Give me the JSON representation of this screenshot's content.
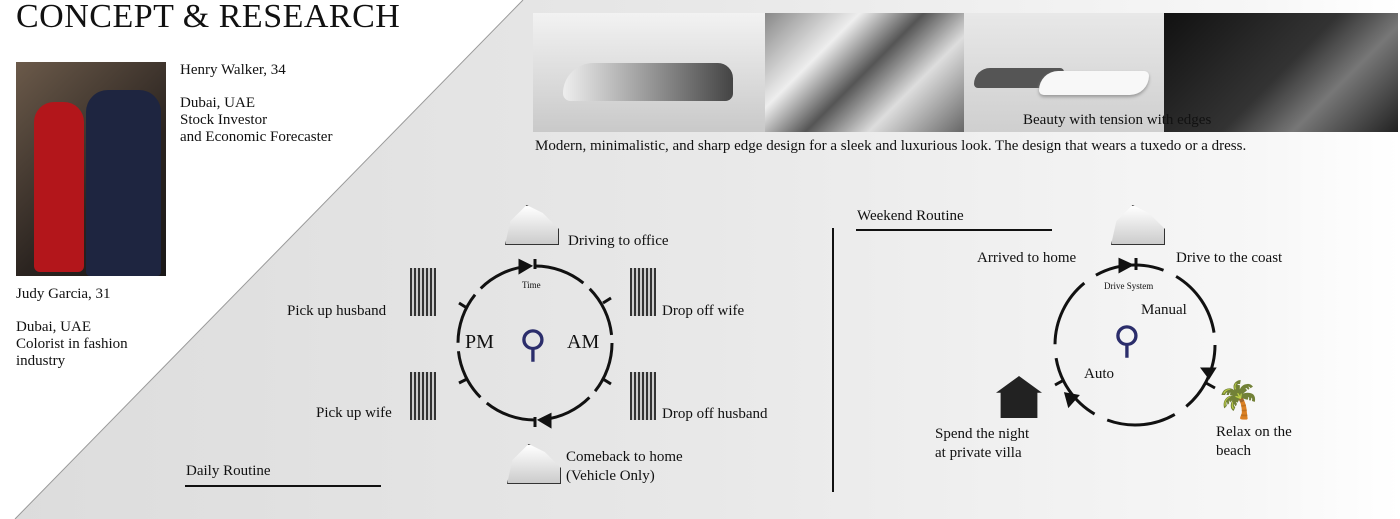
{
  "title": "CONCEPT & RESEARCH",
  "personas": {
    "male": {
      "name": "Henry Walker, 34",
      "location": "Dubai, UAE",
      "role_line1": "Stock Investor",
      "role_line2": "and Economic Forecaster"
    },
    "female": {
      "name": "Judy Garcia, 31",
      "location": "Dubai, UAE",
      "role_line1": "Colorist in fashion",
      "role_line2": "industry"
    }
  },
  "moodboard": {
    "overlay_caption": "Beauty with tension with edges",
    "description": "Modern, minimalistic, and sharp edge design for a sleek and luxurious look. The design that wears a tuxedo or a dress."
  },
  "daily": {
    "heading": "Daily Routine",
    "center_label": "Time",
    "pm": "PM",
    "am": "AM",
    "steps": {
      "top": "Driving to office",
      "right_top": "Drop off wife",
      "right_bottom": "Drop off husband",
      "bottom_line1": "Comeback to home",
      "bottom_line2": "(Vehicle Only)",
      "left_bottom": "Pick up wife",
      "left_top": "Pick up husband"
    }
  },
  "weekend": {
    "heading": "Weekend Routine",
    "center_label": "Drive System",
    "manual": "Manual",
    "auto": "Auto",
    "steps": {
      "top_left": "Arrived to home",
      "top_right": "Drive to the coast",
      "bottom_right_line1": "Relax on the",
      "bottom_right_line2": "beach",
      "bottom_left_line1": "Spend the night",
      "bottom_left_line2": "at private villa"
    }
  }
}
